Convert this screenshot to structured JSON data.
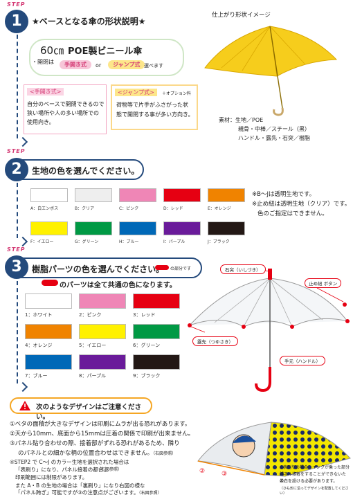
{
  "step1": {
    "step_tag": "STEP",
    "number": "1",
    "title": "★ベースとなる傘の形状説明★",
    "size": "60㎝",
    "product": "POE製ビニール傘",
    "open_prefix": "・開閉は",
    "manual_label": "手開き式",
    "or_label": "or",
    "jump_label": "ジャンプ式",
    "select_suffix": "選べます",
    "manual_head": "<手開き式>",
    "manual_desc1": "自分のペースで開閉できるので",
    "manual_desc2": "狭い場所や人の多い場所での",
    "manual_desc3": "使用向き。",
    "jump_head": "<ジャンプ式>",
    "jump_option": "＋オプション料",
    "jump_desc1": "荷物等で片手がふさがった状",
    "jump_desc2": "態で開閉する事が多い方向き。",
    "image_title": "仕上がり形状イメージ",
    "material1": "素材：生地／POE",
    "material2": "親骨・中棒／スチール（黒）",
    "material3": "ハンドル・露先・石突／樹脂"
  },
  "step2": {
    "step_tag": "STEP",
    "number": "2",
    "title": "生地の色を選んでください。",
    "fabrics": [
      {
        "label": "A：白エンボス",
        "color": "#ffffff"
      },
      {
        "label": "B：クリア",
        "color": "#eeeeee"
      },
      {
        "label": "C：ピンク",
        "color": "#ef86b6"
      },
      {
        "label": "D：レッド",
        "color": "#e60012"
      },
      {
        "label": "E：オレンジ",
        "color": "#f08300"
      },
      {
        "label": "F：イエロー",
        "color": "#fff100"
      },
      {
        "label": "G：グリーン",
        "color": "#009944"
      },
      {
        "label": "H：ブルー",
        "color": "#0068b7"
      },
      {
        "label": "I：パープル",
        "color": "#6a1b9a"
      },
      {
        "label": "J：ブラック",
        "color": "#231815"
      }
    ],
    "note1": "※B～Jは透明生地です。",
    "note2": "※止め紐は透明生地（クリア）です。",
    "note3": "色のご指定はできません。"
  },
  "step3": {
    "step_tag": "STEP",
    "number": "3",
    "title": "樹脂パーツの色を選んでください。",
    "title_note": "の部分です",
    "common_note": "のパーツは全て共通の色になります。",
    "parts": [
      {
        "label": "1：ホワイト",
        "color": "#ffffff"
      },
      {
        "label": "2：ピンク",
        "color": "#ef86b6"
      },
      {
        "label": "3：レッド",
        "color": "#e60012"
      },
      {
        "label": "4：オレンジ",
        "color": "#f08300"
      },
      {
        "label": "5：イエロー",
        "color": "#fff100"
      },
      {
        "label": "6：グリーン",
        "color": "#009944"
      },
      {
        "label": "7：ブルー",
        "color": "#0068b7"
      },
      {
        "label": "8：パープル",
        "color": "#6a1b9a"
      },
      {
        "label": "9：ブラック",
        "color": "#231815"
      }
    ],
    "callout_tip": "石突（いしづき）",
    "callout_button": "止め紐 ボタン",
    "callout_rib": "露先（つゆさき）",
    "callout_handle": "手元（ハンドル）"
  },
  "caution": {
    "title": "次のようなデザインはご注意ください。",
    "line1": "①ベタの面積が大きなデザインは印刷にムラが出る恐れがあります。",
    "line2": "②天から10mm、底面から15mmは圧着の関係で印刷が出来ません。",
    "line3a": "③パネル貼り合わせの際、接着部がずれる恐れがあるため、隣り",
    "line3b": "のパネルとの細かな柄の位置合わせはできません。",
    "line3_ref": "（右図参照）",
    "line4a": "④STEP2 で C～J のカラー生地を選択された場合は",
    "line4b": "「表刷り」になり、パネル接着の都合上",
    "line4c": "印刷範囲には制限があります。",
    "line4_ref": "（右図参照）",
    "line5a": "また A・B の生地の場合は「裏刷り」になり右図の様な",
    "line5b": "「パネル跨ぎ」可能ですが③の注意点がございます。",
    "line5_ref": "（右図参照）",
    "fig_note1": "※表刷りの場合、インクが乗った部分は",
    "fig_note2": "パネル接着をすることができないため、",
    "fig_note3": "余白を設ける必要があります。",
    "fig_note4": "（ひも形に沿ってデザインを配置してください）",
    "fig_mark2": "②",
    "fig_mark3": "③"
  }
}
